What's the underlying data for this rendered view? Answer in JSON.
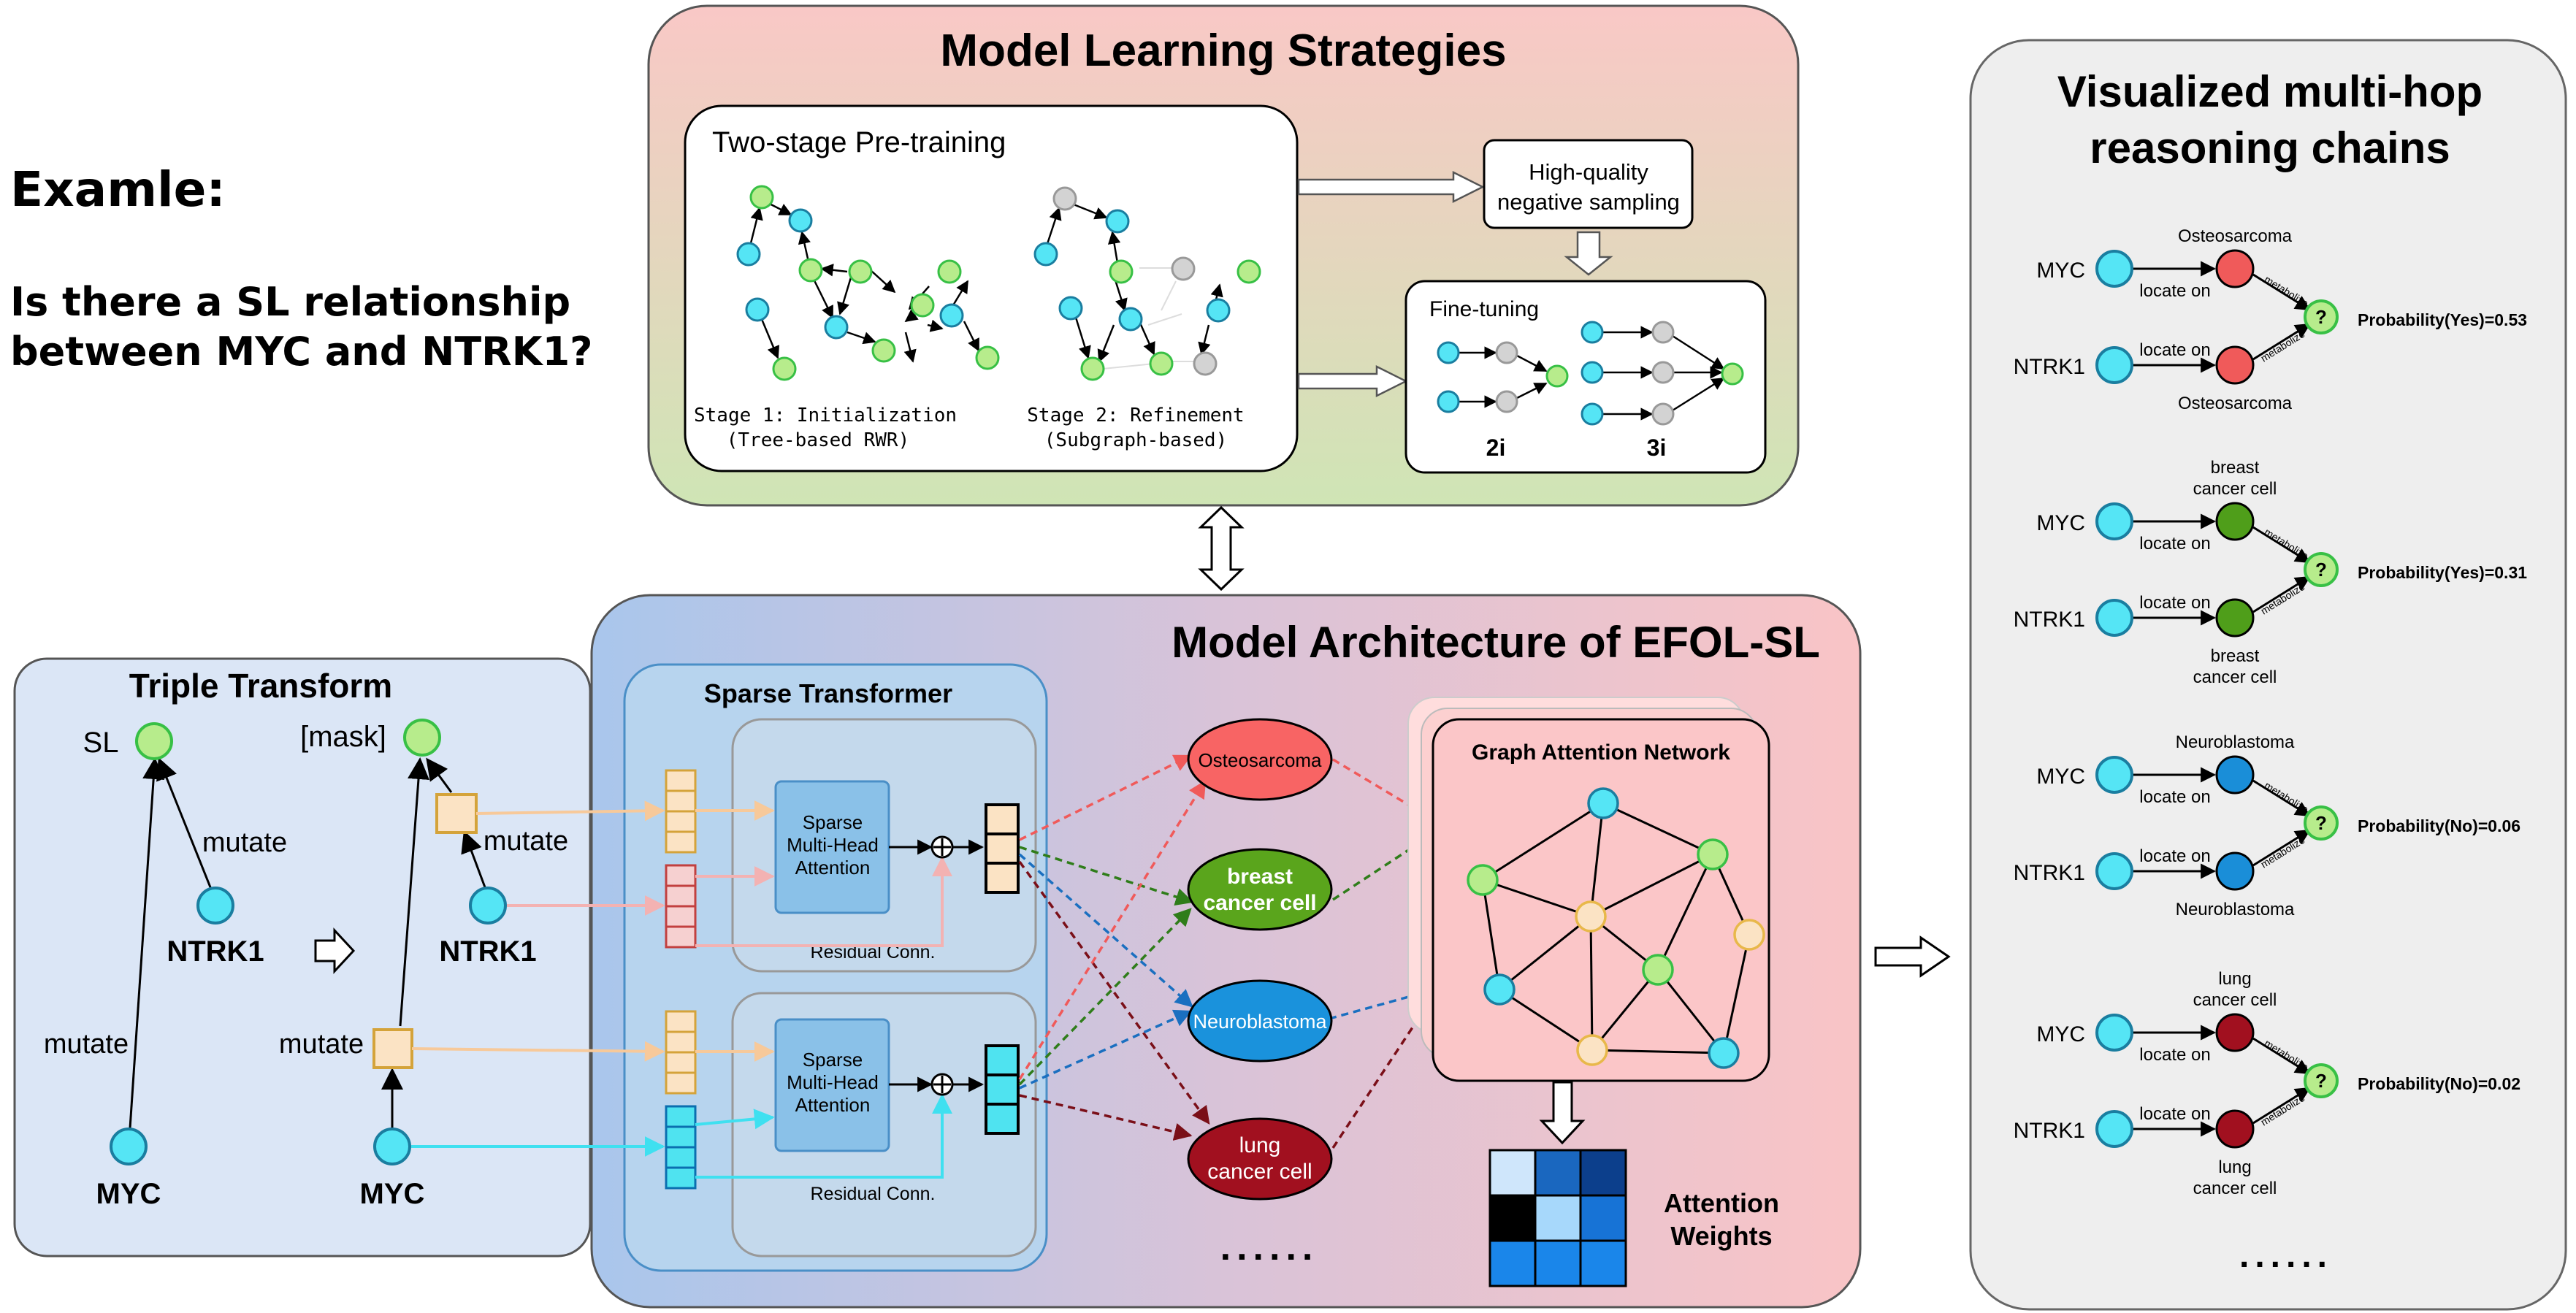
{
  "example": {
    "title": "Examle:",
    "question_line1": "Is there a SL relationship",
    "question_line2": "between MYC and NTRK1?"
  },
  "strategies": {
    "title": "Model Learning Strategies",
    "pretrain_title": "Two-stage Pre-training",
    "stage1_line1": "Stage 1: Initialization",
    "stage1_line2": "(Tree-based RWR)",
    "stage2_line1": "Stage 2: Refinement",
    "stage2_line2": "(Subgraph-based)",
    "neg_line1": "High-quality",
    "neg_line2": "negative sampling",
    "finetune_title": "Fine-tuning",
    "label_2i": "2i",
    "label_3i": "3i"
  },
  "triple": {
    "title": "Triple Transform",
    "sl": "SL",
    "mask": "[mask]",
    "mutate": "mutate",
    "ntrk1": "NTRK1",
    "myc": "MYC"
  },
  "architecture": {
    "title": "Model Architecture of EFOL-SL",
    "sparse_title": "Sparse Transformer",
    "attn_line1": "Sparse",
    "attn_line2": "Multi-Head",
    "attn_line3": "Attention",
    "residual": "Residual Conn.",
    "gat_title": "Graph Attention Network",
    "attn_weights_line1": "Attention",
    "attn_weights_line2": "Weights",
    "ellipsis": "......",
    "entities": [
      {
        "line1": "Osteosarcoma",
        "line2": "",
        "color": "#f86464"
      },
      {
        "line1": "breast",
        "line2": "cancer cell",
        "color": "#5aa51c"
      },
      {
        "line1": "Neuroblastoma",
        "line2": "",
        "color": "#1a92dc"
      },
      {
        "line1": "lung",
        "line2": "cancer cell",
        "color": "#a1101f"
      }
    ]
  },
  "reasoning": {
    "title_line1": "Visualized multi-hop",
    "title_line2": "reasoning chains",
    "myc": "MYC",
    "ntrk1": "NTRK1",
    "locate_on": "locate on",
    "metabolize": "metabolize",
    "question_mark": "?",
    "ellipsis": "......",
    "chains": [
      {
        "top_line1": "",
        "top_line2": "Osteosarcoma",
        "bottom_line1": "Osteosarcoma",
        "bottom_line2": "",
        "color": "#f05a5a",
        "probability": "Probability(Yes)=0.53"
      },
      {
        "top_line1": "breast",
        "top_line2": "cancer cell",
        "bottom_line1": "breast",
        "bottom_line2": "cancer cell",
        "color": "#4f9e1a",
        "probability": "Probability(Yes)=0.31"
      },
      {
        "top_line1": "",
        "top_line2": "Neuroblastoma",
        "bottom_line1": "Neuroblastoma",
        "bottom_line2": "",
        "color": "#1a8ed8",
        "probability": "Probability(No)=0.06"
      },
      {
        "top_line1": "lung",
        "top_line2": "cancer cell",
        "bottom_line1": "lung",
        "bottom_line2": "cancer cell",
        "color": "#a1101f",
        "probability": "Probability(No)=0.02"
      }
    ]
  },
  "colors": {
    "cyan_node": "#55e5f5",
    "green_node": "#b7ec8c",
    "grey_node": "#d3d3d3",
    "orange_box": "#fbe3c4",
    "red_box": "#f6d0d0"
  },
  "heatmap": {
    "cells": [
      [
        "#cfe6fb",
        "#1a67bf",
        "#0c3f8c"
      ],
      [
        "#000000",
        "#a7d8fb",
        "#1773d6"
      ],
      [
        "#1a86ea",
        "#1a86ea",
        "#1a86ea"
      ]
    ]
  }
}
